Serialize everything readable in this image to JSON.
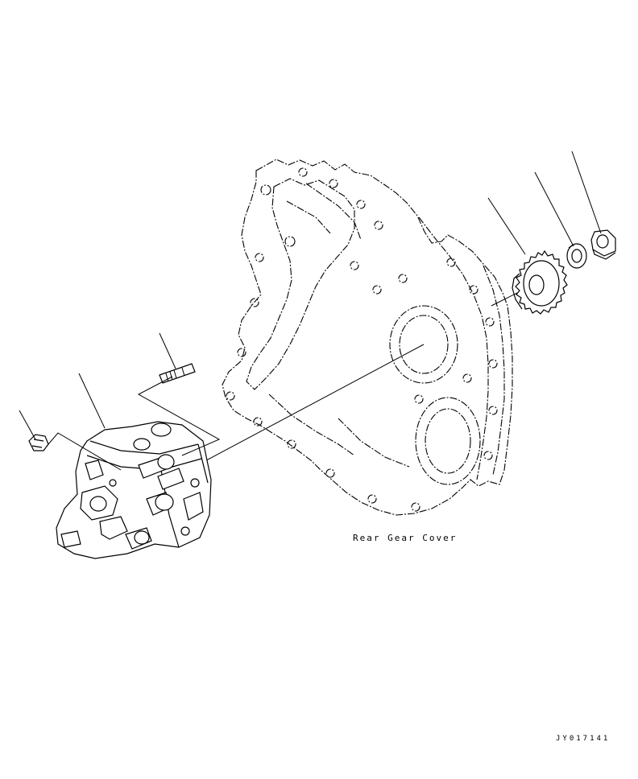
{
  "labels": {
    "cover_caption": "Rear Gear Cover",
    "figure_id": "JY017141"
  },
  "parts": [
    {
      "name": "fuel-supply-pump"
    },
    {
      "name": "stud"
    },
    {
      "name": "fitting"
    },
    {
      "name": "gear"
    },
    {
      "name": "lock-washer"
    },
    {
      "name": "nut"
    },
    {
      "name": "rear-gear-cover"
    }
  ],
  "colors": {
    "line": "#000000",
    "background": "#ffffff"
  }
}
